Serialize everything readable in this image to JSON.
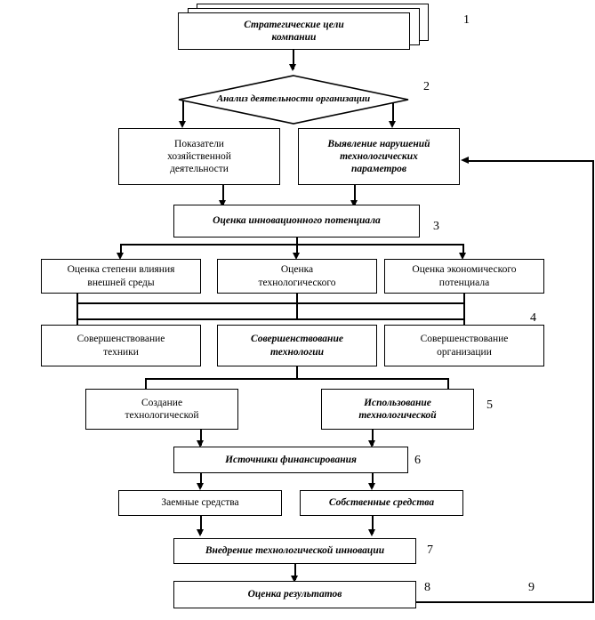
{
  "diagram": {
    "title_stack": {
      "label": "Стратегические цели компании",
      "line1": "Стратегические цели",
      "line2": "компании"
    },
    "decision": {
      "line1": "Анализ деятельности",
      "line2": "организации"
    },
    "boxes": {
      "indicators": {
        "line1": "Показатели",
        "line2": "хозяйственной",
        "line3": "деятельности"
      },
      "violations": {
        "line1": "Выявление нарушений",
        "line2": "технологических",
        "line3": "параметров"
      },
      "innovation_potential": {
        "line1": "Оценка инновационного потенциала"
      },
      "external_env": {
        "line1": "Оценка степени влияния",
        "line2": "внешней среды"
      },
      "technological": {
        "line1": "Оценка",
        "line2": "технологического"
      },
      "economic": {
        "line1": "Оценка экономического",
        "line2": "потенциала"
      },
      "improve_technique": {
        "line1": "Совершенствование",
        "line2": "техники"
      },
      "improve_technology": {
        "line1": "Совершенствование",
        "line2": "технологии"
      },
      "improve_organization": {
        "line1": "Совершенствование",
        "line2": "организации"
      },
      "create_tech": {
        "line1": "Создание",
        "line2": "технологической"
      },
      "use_tech": {
        "line1": "Использование",
        "line2": "технологической"
      },
      "financing_sources": {
        "line1": "Источники финансирования"
      },
      "borrowed_funds": {
        "line1": "Заемные средства"
      },
      "own_funds": {
        "line1": "Собственные средства"
      },
      "implementation": {
        "line1": "Внедрение технологической инновации"
      },
      "results_evaluation": {
        "line1": "Оценка результатов"
      }
    },
    "step_numbers": {
      "n1": "1",
      "n2": "2",
      "n3": "3",
      "n4": "4",
      "n5": "5",
      "n6": "6",
      "n7": "7",
      "n8": "8",
      "n9": "9"
    },
    "colors": {
      "stroke": "#000000",
      "fill": "#ffffff"
    }
  }
}
